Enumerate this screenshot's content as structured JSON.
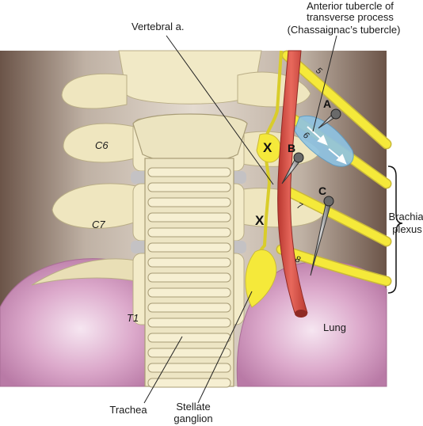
{
  "labels": {
    "vertebral_artery": "Vertebral a.",
    "tubercle_line1": "Anterior tubercle of",
    "tubercle_line2": "transverse process",
    "tubercle_line3": "(Chassaignac’s tubercle)",
    "c6": "C6",
    "c7": "C7",
    "t1": "T1",
    "brachial_line1": "Brachial",
    "brachial_line2": "plexus",
    "lung": "Lung",
    "trachea": "Trachea",
    "stellate_line1": "Stellate",
    "stellate_line2": "ganglion"
  },
  "nerve_roots": [
    "5",
    "6",
    "7",
    "8"
  ],
  "needles": [
    "A",
    "B",
    "C"
  ],
  "block_marks": [
    "X",
    "X"
  ],
  "colors": {
    "background_dark": "#6b5448",
    "background_light": "#d9cfc4",
    "bone": "#f1e9c6",
    "bone_shadow": "#d8cda6",
    "disc": "#c4c2c4",
    "artery": "#d9544a",
    "nerve": "#f5e93a",
    "lung": "#cf8fb9",
    "anesthetic": "#8ec3e3",
    "needle": "#8d8d8d"
  }
}
